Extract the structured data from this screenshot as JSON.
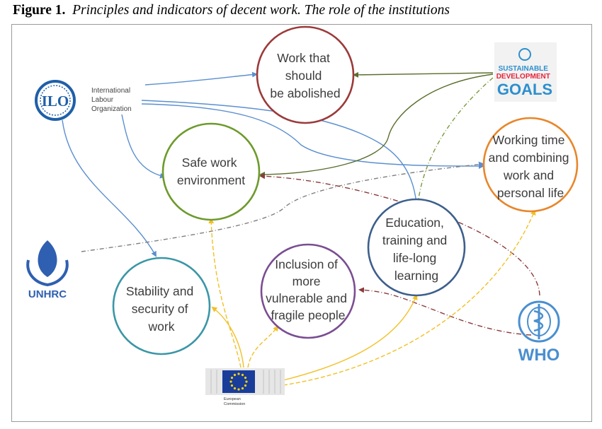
{
  "figure": {
    "number": "Figure 1.",
    "title": "Principles and indicators of decent work. The role of the institutions"
  },
  "principles": [
    {
      "id": "abolished",
      "lines": [
        "Work that",
        "should",
        "be abolished"
      ],
      "color": "#9b3a3a"
    },
    {
      "id": "safe",
      "lines": [
        "Safe work",
        "environment"
      ],
      "color": "#6d9a2c"
    },
    {
      "id": "working_time",
      "lines": [
        "Working time",
        "and combining",
        "work and",
        "personal life"
      ],
      "color": "#e8862a"
    },
    {
      "id": "education",
      "lines": [
        "Education,",
        "training and",
        "life-long",
        "learning"
      ],
      "color": "#3d5f8c"
    },
    {
      "id": "inclusion",
      "lines": [
        "Inclusion of",
        "more",
        "vulnerable and",
        "fragile people"
      ],
      "color": "#7a4d92"
    },
    {
      "id": "stability",
      "lines": [
        "Stability and",
        "security of",
        "work"
      ],
      "color": "#3b96a6"
    }
  ],
  "institutions": {
    "ilo": {
      "abbr": "ILO",
      "name_lines": [
        "International",
        "Labour",
        "Organization"
      ],
      "color": "#1f5fa8"
    },
    "sdg": {
      "lines": [
        "SUSTAINABLE",
        "DEVELOPMENT",
        "GOALS"
      ],
      "colors": [
        "#2d8fce",
        "#e5243b",
        "#4c9f38",
        "#fcc30b"
      ]
    },
    "unhrc": {
      "label": "UNHRC",
      "color": "#2f5fb0"
    },
    "who": {
      "label": "WHO",
      "color": "#4a8fd0"
    },
    "ec": {
      "lines": [
        "European",
        "Commission"
      ],
      "flag_color": "#1a3d9a",
      "star_color": "#f5d20a"
    }
  }
}
